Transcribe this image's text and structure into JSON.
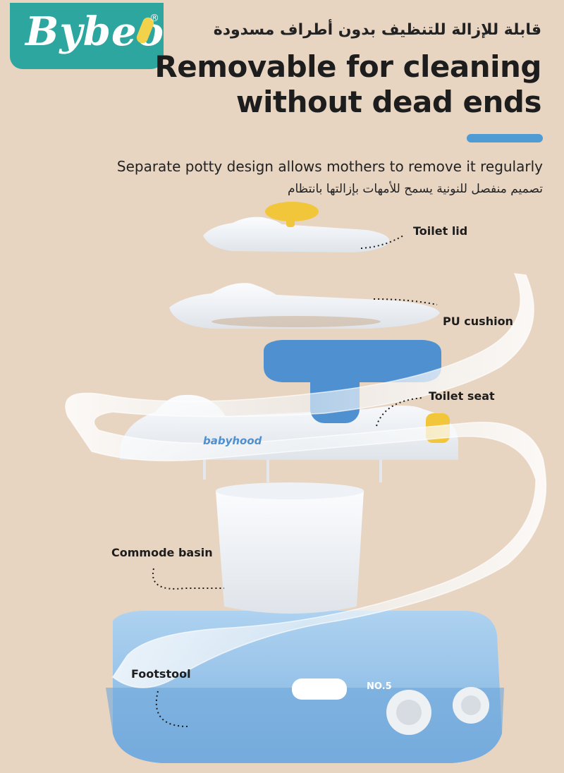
{
  "brand": {
    "name": "Bybeo",
    "registered": "®",
    "teal": "#2ea6a0"
  },
  "header": {
    "title_ar": "قابلة للإزالة للتنظيف بدون أطراف مسدودة",
    "title_en_line1": "Removable for cleaning",
    "title_en_line2": "without dead ends",
    "accent": "#4f9bd4"
  },
  "description": {
    "en": "Separate potty design allows mothers to remove it regularly",
    "ar": "تصميم منفصل للنونية يسمح للأمهات بإزالتها بانتظام"
  },
  "product": {
    "seat_brand": "babyhood",
    "footstool_mark": "NO.5",
    "body_blue": "#8fbee6",
    "seat_blue": "#4f91d0",
    "lid_yellow": "#f2c63a",
    "background": "#e7d4c1"
  },
  "callouts": {
    "toilet_lid": "Toilet lid",
    "pu_cushion": "PU cushion",
    "toilet_seat": "Toilet seat",
    "commode_basin": "Commode basin",
    "footstool": "Footstool"
  }
}
